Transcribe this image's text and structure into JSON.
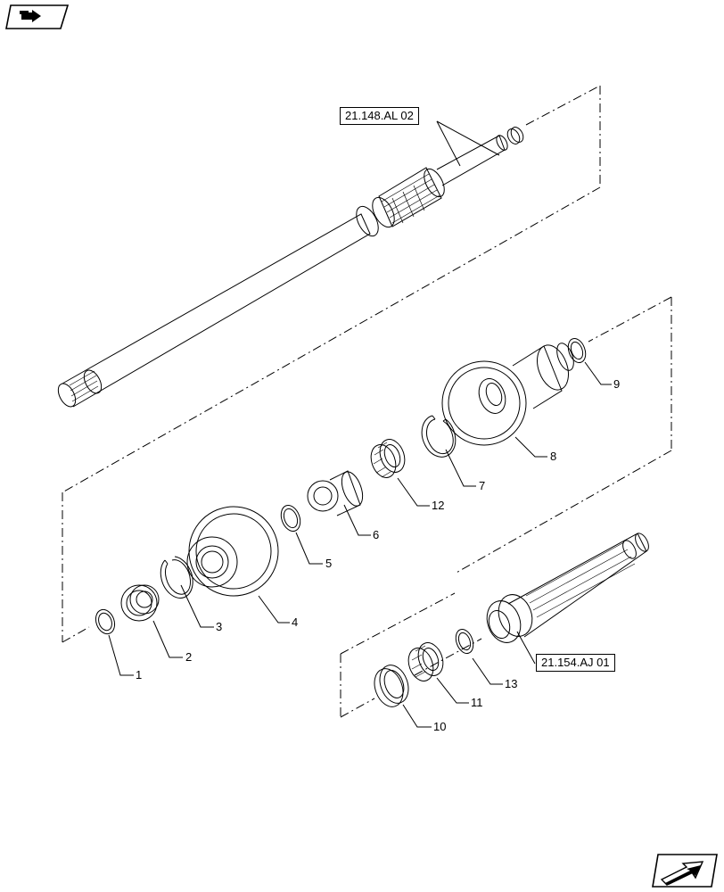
{
  "icons": {
    "top_left": "book-arrow-icon",
    "bottom_right": "next-page-arrow-icon"
  },
  "references": {
    "shaft_top": "21.148.AL 02",
    "shaft_bottom": "21.154.AJ 01"
  },
  "callouts": [
    "1",
    "2",
    "3",
    "4",
    "5",
    "6",
    "7",
    "8",
    "9",
    "10",
    "11",
    "12",
    "13"
  ],
  "colors": {
    "line": "#000000",
    "background": "#ffffff"
  }
}
